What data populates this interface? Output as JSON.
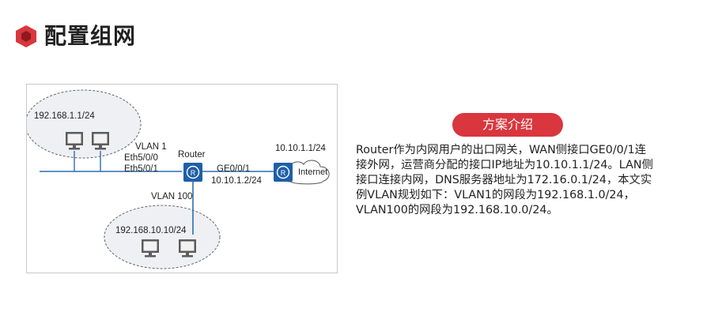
{
  "page": {
    "title": "配置组网"
  },
  "icons": {
    "title_icon": "red-hexagon-icon",
    "accent": "#d9363e"
  },
  "diagram": {
    "lan1_subnet": "192.168.1.1/24",
    "vlan1": "VLAN 1",
    "eth_port_1": "Eth5/0/0",
    "eth_port_2": "Eth5/0/1",
    "router_label": "Router",
    "ge_port": "GE0/0/1",
    "wan_ip": "10.10.1.2/24",
    "isp_ip": "10.10.1.1/24",
    "internet_label": "Internet",
    "vlan100": "VLAN 100",
    "lan100_subnet": "192.168.10.10/24"
  },
  "solution": {
    "badge": "方案介绍",
    "lines": [
      "Router作为内网用户的出口网关，WAN侧接口GE0/0/1连",
      "接外网，运营商分配的接口IP地址为10.10.1.1/24。LAN侧",
      "接口连接内网，DNS服务器地址为172.16.0.1/24，本文实",
      "例VLAN规划如下：VLAN1的网段为192.168.1.0/24，",
      "VLAN100的网段为192.168.10.0/24。"
    ]
  }
}
